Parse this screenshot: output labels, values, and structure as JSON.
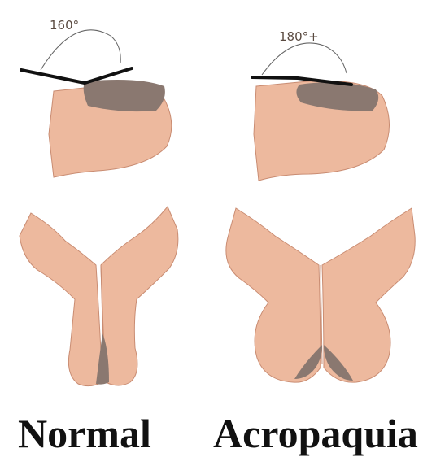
{
  "colors": {
    "skin": "#edb99e",
    "skin_edge": "#c98c72",
    "nail": "#8a7870",
    "line": "#111111",
    "arc": "#555555"
  },
  "normal": {
    "angle_label": "160°",
    "caption": "Normal"
  },
  "clubbed": {
    "angle_label": "180°+",
    "caption": "Acropaquia"
  }
}
